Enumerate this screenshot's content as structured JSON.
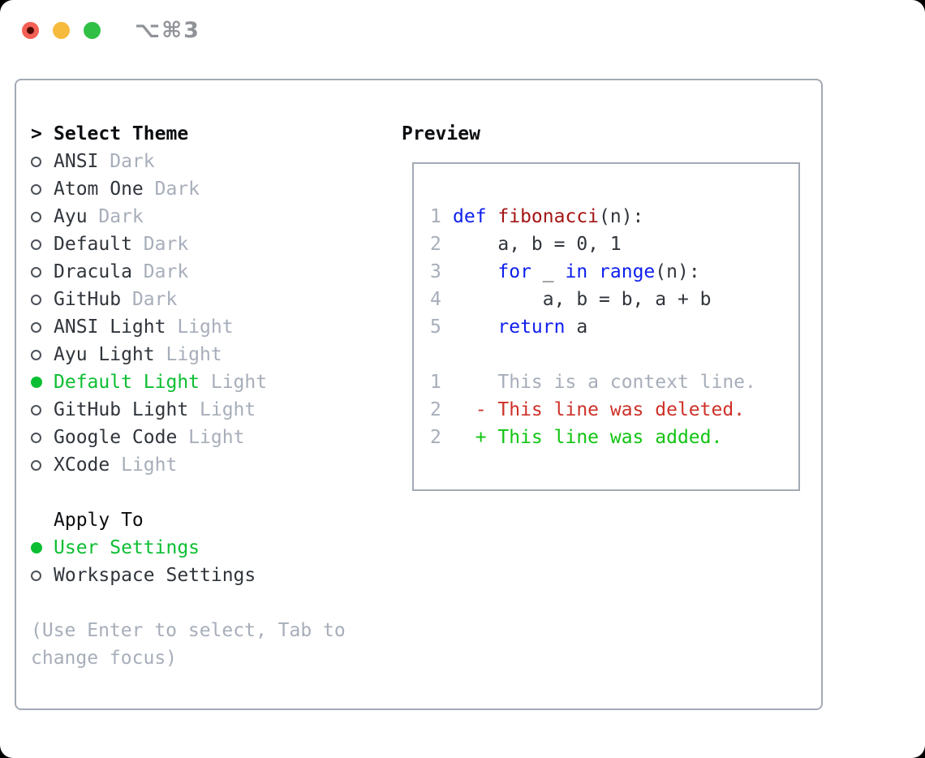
{
  "window": {
    "title": "⌥⌘3",
    "traffic_lights": [
      "close-button",
      "minimize-button",
      "zoom-button"
    ]
  },
  "theme_list": {
    "prompt": ">",
    "header": "Select Theme",
    "items": [
      {
        "name": "ANSI",
        "variant": "Dark",
        "selected": false
      },
      {
        "name": "Atom One",
        "variant": "Dark",
        "selected": false
      },
      {
        "name": "Ayu",
        "variant": "Dark",
        "selected": false
      },
      {
        "name": "Default",
        "variant": "Dark",
        "selected": false
      },
      {
        "name": "Dracula",
        "variant": "Dark",
        "selected": false
      },
      {
        "name": "GitHub",
        "variant": "Dark",
        "selected": false
      },
      {
        "name": "ANSI Light",
        "variant": "Light",
        "selected": false
      },
      {
        "name": "Ayu Light",
        "variant": "Light",
        "selected": false
      },
      {
        "name": "Default Light",
        "variant": "Light",
        "selected": true
      },
      {
        "name": "GitHub Light",
        "variant": "Light",
        "selected": false
      },
      {
        "name": "Google Code",
        "variant": "Light",
        "selected": false
      },
      {
        "name": "XCode",
        "variant": "Light",
        "selected": false
      }
    ]
  },
  "apply_to": {
    "header": "Apply To",
    "items": [
      {
        "name": "User Settings",
        "selected": true
      },
      {
        "name": "Workspace Settings",
        "selected": false
      }
    ]
  },
  "help_lines": [
    "(Use Enter to select, Tab to",
    "change focus)"
  ],
  "preview": {
    "header": "Preview",
    "lines": [
      {
        "num": "1",
        "segments": [
          {
            "t": "def ",
            "c": "kw"
          },
          {
            "t": "fibonacci",
            "c": "fn"
          },
          {
            "t": "(n):",
            "c": "fg"
          }
        ]
      },
      {
        "num": "2",
        "segments": [
          {
            "t": "    a, b = 0, 1",
            "c": "fg"
          }
        ]
      },
      {
        "num": "3",
        "segments": [
          {
            "t": "    ",
            "c": "fg"
          },
          {
            "t": "for",
            "c": "kw"
          },
          {
            "t": " _ ",
            "c": "fg"
          },
          {
            "t": "in",
            "c": "kw"
          },
          {
            "t": " ",
            "c": "fg"
          },
          {
            "t": "range",
            "c": "kw"
          },
          {
            "t": "(n):",
            "c": "fg"
          }
        ]
      },
      {
        "num": "4",
        "segments": [
          {
            "t": "        a, b = b, a + b",
            "c": "fg"
          }
        ]
      },
      {
        "num": "5",
        "segments": [
          {
            "t": "    ",
            "c": "fg"
          },
          {
            "t": "return",
            "c": "kw"
          },
          {
            "t": " a",
            "c": "fg"
          }
        ]
      },
      {
        "num": "",
        "segments": []
      },
      {
        "num": "1",
        "segments": [
          {
            "t": "    This is a context line.",
            "c": "muted"
          }
        ]
      },
      {
        "num": "2",
        "segments": [
          {
            "t": "  - This line was deleted.",
            "c": "del"
          }
        ]
      },
      {
        "num": "2",
        "segments": [
          {
            "t": "  + This line was added.",
            "c": "add"
          }
        ]
      }
    ]
  },
  "colors": {
    "fg": "#30353C",
    "muted": "#A7AEBA",
    "kw": "#0E1FEE",
    "fn": "#A31515",
    "del": "#CE3129",
    "add": "#12C412",
    "accent_green": "#0CBE32",
    "border": "#A3AAB5",
    "light_red": "#F45F55",
    "light_yellow": "#F6BA3C",
    "light_green": "#30C046"
  }
}
